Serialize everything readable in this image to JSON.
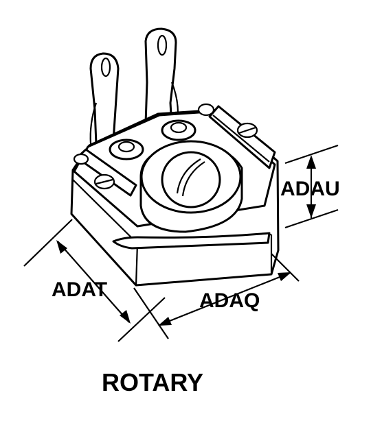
{
  "diagram": {
    "part_name": "ROTARY",
    "dimensions": {
      "height_right": "ADAU",
      "depth_left": "ADAT",
      "width_front": "ADAQ"
    }
  },
  "colors": {
    "ink": "#000000",
    "paper": "#ffffff"
  }
}
